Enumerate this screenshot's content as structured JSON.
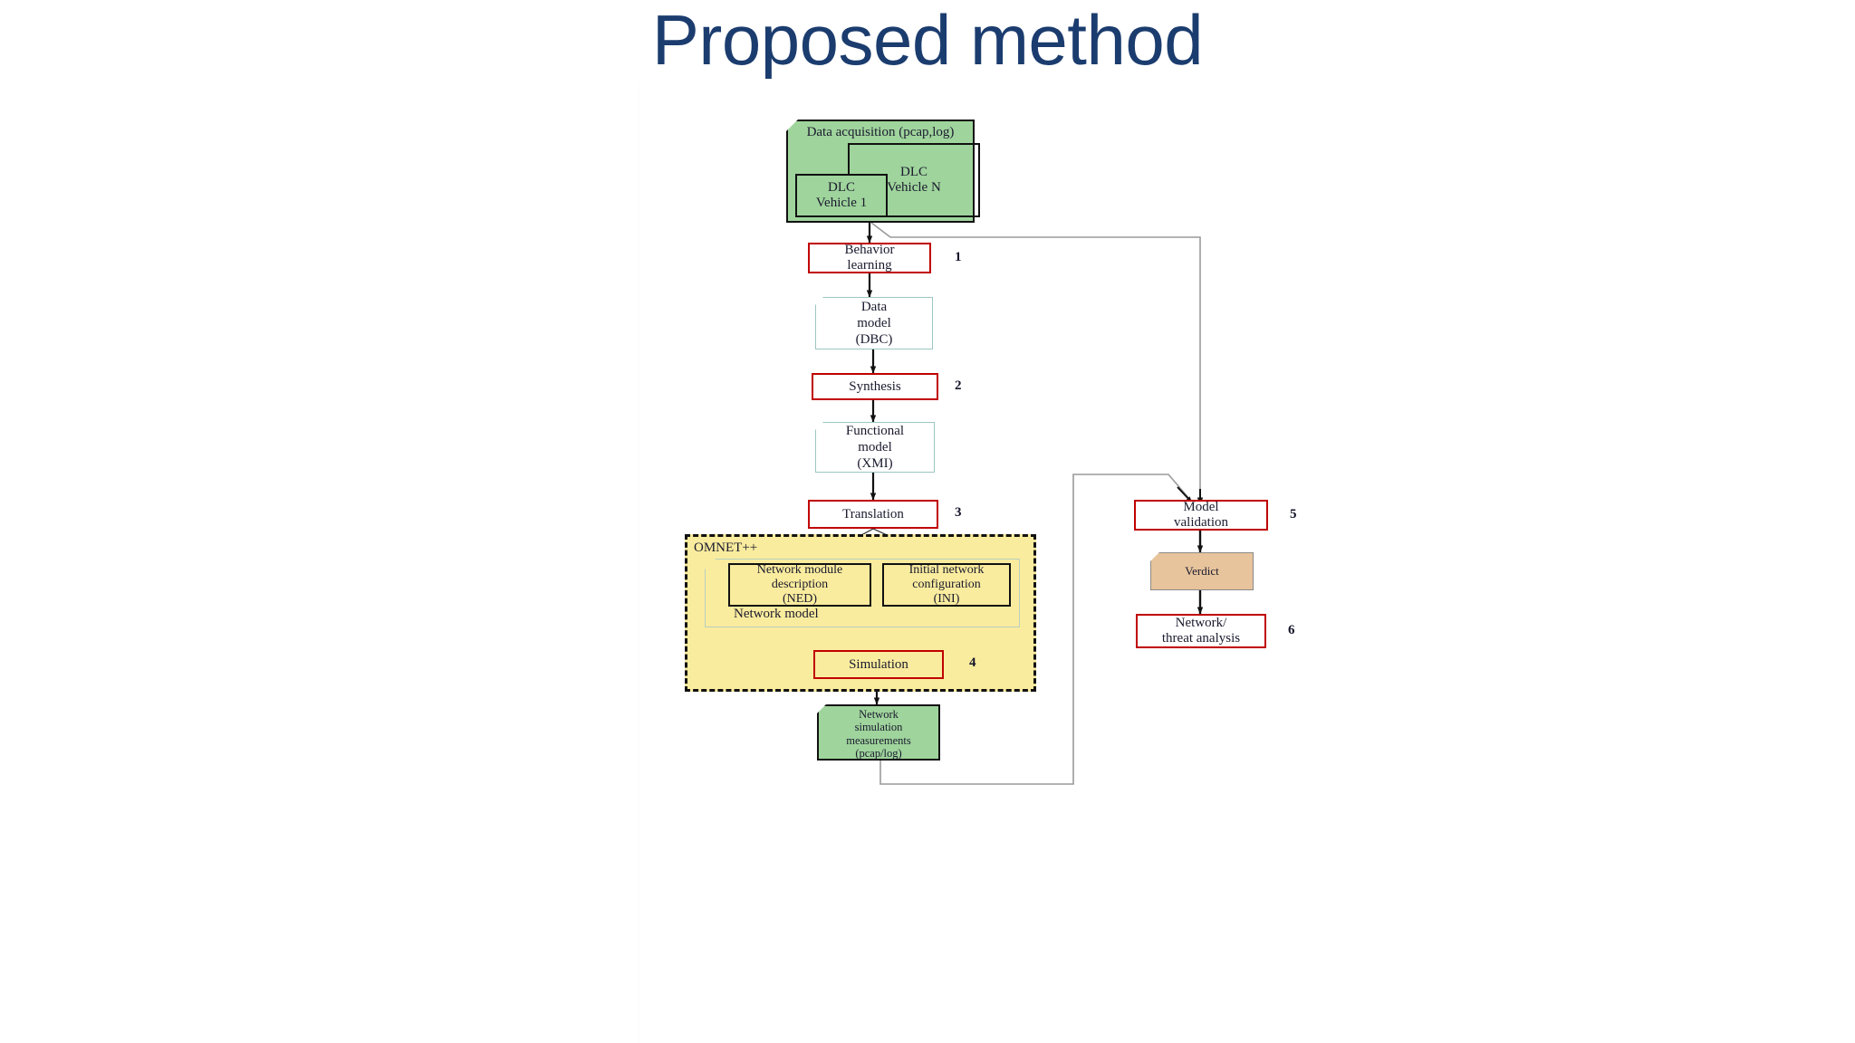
{
  "slide": {
    "title": "Proposed method",
    "title_color": "#1B3C6E",
    "background": "#FFFFFF"
  },
  "palette": {
    "process_border": "#C00000",
    "artifact_border": "#9CC6C0",
    "datastore_fill": "#9FD49C",
    "datastore_border": "#111111",
    "omnet_fill": "#FAEC9E",
    "omnet_border": "#111111",
    "verdict_fill": "#E7C49C",
    "verdict_border": "#8A8A8A",
    "wire": "#111111",
    "feedback_wire": "#888888"
  },
  "diagram": {
    "type": "flowchart",
    "nodes": {
      "data_acquisition": {
        "label": "Data acquisition (pcap,log)",
        "shape": "datastore",
        "fill": "#9FD49C"
      },
      "dlc_vehicle_n": {
        "label_line1": "DLC",
        "label_line2": "Vehicle N",
        "shape": "rect"
      },
      "dlc_vehicle_1": {
        "label_line1": "DLC",
        "label_line2": "Vehicle 1",
        "shape": "rect"
      },
      "behavior_learning": {
        "label_line1": "Behavior",
        "label_line2": "learning",
        "shape": "process",
        "step": "1"
      },
      "data_model": {
        "label_line1": "Data",
        "label_line2": "model",
        "label_line3": "(DBC)",
        "shape": "artifact"
      },
      "synthesis": {
        "label": "Synthesis",
        "shape": "process",
        "step": "2"
      },
      "functional_model": {
        "label_line1": "Functional",
        "label_line2": "model",
        "label_line3": "(XMI)",
        "shape": "artifact"
      },
      "translation": {
        "label": "Translation",
        "shape": "process",
        "step": "3"
      },
      "omnet": {
        "label": "OMNET++",
        "shape": "dashed-container"
      },
      "network_model": {
        "label": "Network model",
        "shape": "group"
      },
      "ned": {
        "label_line1": "Network module",
        "label_line2": "description",
        "label_line3": "(NED)",
        "shape": "rect"
      },
      "ini": {
        "label_line1": "Initial network",
        "label_line2": "configuration",
        "label_line3": "(INI)",
        "shape": "rect"
      },
      "simulation": {
        "label": "Simulation",
        "shape": "process",
        "step": "4"
      },
      "network_sim_measurements": {
        "label_line1": "Network",
        "label_line2": "simulation",
        "label_line3": "measurements",
        "label_line4": "(pcap/log)",
        "shape": "datastore",
        "fill": "#9FD49C"
      },
      "model_validation": {
        "label_line1": "Model",
        "label_line2": "validation",
        "shape": "process",
        "step": "5"
      },
      "verdict": {
        "label": "Verdict",
        "shape": "datastore",
        "fill": "#E7C49C"
      },
      "threat_analysis": {
        "label_line1": "Network/",
        "label_line2": "threat analysis",
        "shape": "process",
        "step": "6"
      }
    },
    "steps": [
      "1",
      "2",
      "3",
      "4",
      "5",
      "6"
    ],
    "edges": [
      {
        "from": "data_acquisition",
        "to": "behavior_learning",
        "style": "solid-black"
      },
      {
        "from": "behavior_learning",
        "to": "data_model",
        "style": "solid-black"
      },
      {
        "from": "data_model",
        "to": "synthesis",
        "style": "solid-black"
      },
      {
        "from": "synthesis",
        "to": "functional_model",
        "style": "solid-black"
      },
      {
        "from": "functional_model",
        "to": "translation",
        "style": "solid-black"
      },
      {
        "from": "translation",
        "to": "ned",
        "style": "thin-black"
      },
      {
        "from": "translation",
        "to": "ini",
        "style": "thin-black"
      },
      {
        "from": "network_model",
        "to": "simulation",
        "style": "solid-black"
      },
      {
        "from": "simulation",
        "to": "network_sim_measurements",
        "style": "solid-black"
      },
      {
        "from": "data_acquisition",
        "to": "model_validation",
        "style": "gray-routed"
      },
      {
        "from": "network_sim_measurements",
        "to": "model_validation",
        "style": "gray-routed"
      },
      {
        "from": "model_validation",
        "to": "verdict",
        "style": "solid-black"
      },
      {
        "from": "verdict",
        "to": "threat_analysis",
        "style": "solid-black"
      }
    ]
  }
}
